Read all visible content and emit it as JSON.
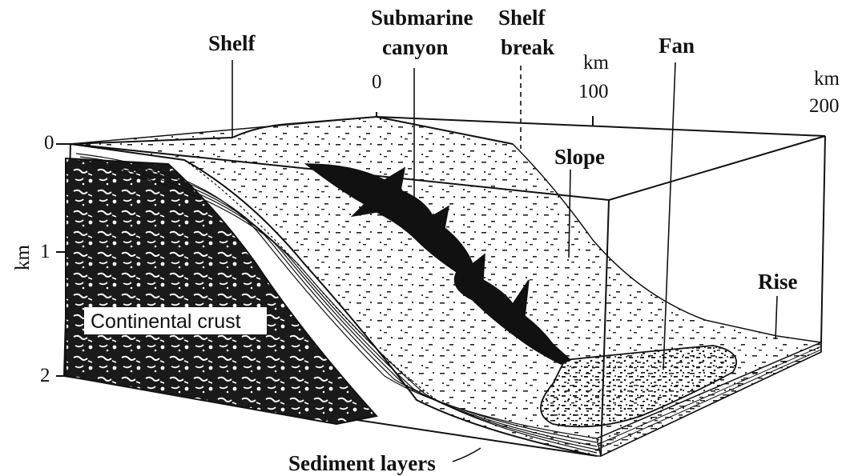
{
  "labels": {
    "shelf": "Shelf",
    "submarine_canyon_line1": "Submarine",
    "submarine_canyon_line2": "canyon",
    "shelf_break_line1": "Shelf",
    "shelf_break_line2": "break",
    "fan": "Fan",
    "slope": "Slope",
    "rise": "Rise",
    "continental_crust": "Continental crust",
    "sediment_layers": "Sediment layers"
  },
  "depth_axis": {
    "unit": "km",
    "ticks": [
      "0",
      "1",
      "2"
    ]
  },
  "distance_axis": {
    "unit": "km",
    "ticks": [
      "0",
      "100",
      "200"
    ]
  },
  "colors": {
    "ink": "#111111",
    "paper": "#ffffff",
    "crust": "#1a1a1a"
  }
}
